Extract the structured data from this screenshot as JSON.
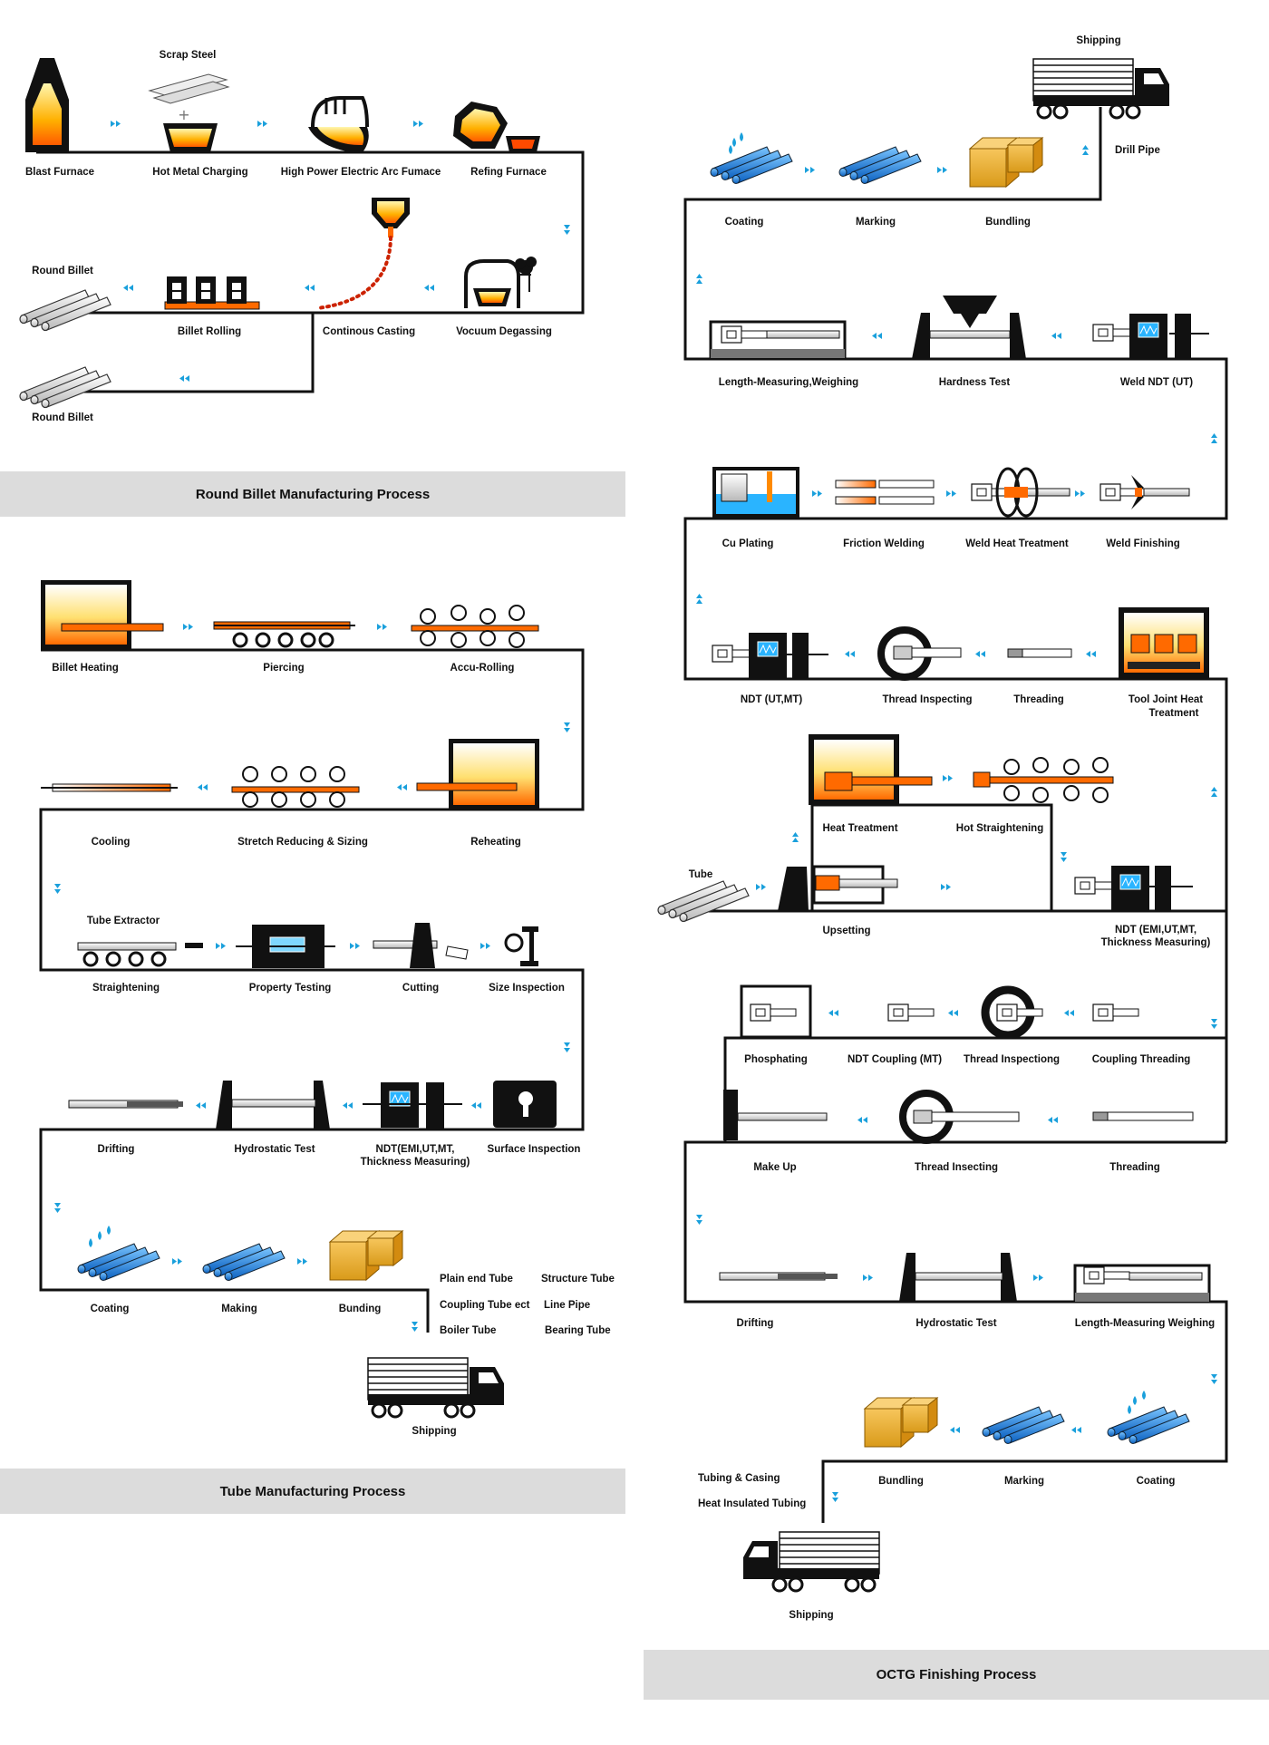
{
  "panels": {
    "billet": {
      "title": "Round Billet Manufacturing Process",
      "labels": {
        "scrap_steel": "Scrap Steel",
        "blast_furnace": "Blast Furnace",
        "hot_metal_charging": "Hot Metal Charging",
        "eaf": "High Power Electric Arc Fumace",
        "refining": "Refing Furnace",
        "round_billet_1": "Round Billet",
        "billet_rolling": "Billet Rolling",
        "continuous_casting": "Continous Casting",
        "vacuum_degassing": "Vocuum Degassing",
        "round_billet_2": "Round Billet"
      }
    },
    "tube": {
      "title": "Tube Manufacturing Process",
      "labels": {
        "billet_heating": "Billet Heating",
        "piercing": "Piercing",
        "accu_rolling": "Accu-Rolling",
        "cooling": "Cooling",
        "stretch_reducing": "Stretch Reducing & Sizing",
        "reheating": "Reheating",
        "tube_extractor": "Tube Extractor",
        "straightening": "Straightening",
        "property_testing": "Property Testing",
        "cutting": "Cutting",
        "size_inspection": "Size Inspection",
        "drifting": "Drifting",
        "hydrostatic_test": "Hydrostatic Test",
        "ndt_line1": "NDT(EMI,UT,MT,",
        "ndt_line2": "Thickness Measuring)",
        "surface_inspection": "Surface Inspection",
        "coating": "Coating",
        "making": "Making",
        "bunding": "Bunding",
        "plain_end_tube": "Plain end Tube",
        "structure_tube": "Structure Tube",
        "coupling_tube": "Coupling Tube ect",
        "line_pipe": "Line Pipe",
        "boiler_tube": "Boiler Tube",
        "bearing_tube": "Bearing Tube",
        "shipping": "Shipping"
      }
    },
    "octg": {
      "title": "OCTG Finishing Process",
      "labels": {
        "shipping_top": "Shipping",
        "drill_pipe": "Drill Pipe",
        "coating_1": "Coating",
        "marking_1": "Marking",
        "bundling_1": "Bundling",
        "length_measuring_1": "Length-Measuring,Weighing",
        "hardness_test": "Hardness Test",
        "weld_ndt": "Weld NDT (UT)",
        "cu_plating": "Cu Plating",
        "friction_welding": "Friction Welding",
        "weld_heat_treatment": "Weld Heat Treatment",
        "weld_finishing": "Weld Finishing",
        "ndt_ut_mt": "NDT (UT,MT)",
        "thread_inspecting_1": "Thread Inspecting",
        "threading_1": "Threading",
        "tool_joint_1": "Tool Joint Heat",
        "tool_joint_2": "Treatment",
        "heat_treatment": "Heat Treatment",
        "hot_straightening": "Hot Straightening",
        "tube": "Tube",
        "upsetting": "Upsetting",
        "ndt_emi_1": "NDT (EMI,UT,MT,",
        "ndt_emi_2": "Thickness Measuring)",
        "phosphating": "Phosphating",
        "ndt_coupling": "NDT Coupling (MT)",
        "thread_inspectiong": "Thread Inspectiong",
        "coupling_threading": "Coupling Threading",
        "make_up": "Make Up",
        "thread_insecting": "Thread Insecting",
        "threading_2": "Threading",
        "drifting": "Drifting",
        "hydrostatic_test": "Hydrostatic Test",
        "length_measuring_2": "Length-Measuring Weighing",
        "tubing_casing": "Tubing & Casing",
        "heat_insulated": "Heat Insulated Tubing",
        "bundling_2": "Bundling",
        "marking_2": "Marking",
        "coating_2": "Coating",
        "shipping_bottom": "Shipping"
      }
    }
  },
  "colors": {
    "line": "#000000",
    "arrow": "#1aa0dc",
    "hot": "#ff6a00",
    "footer": "#dcdcdc"
  }
}
